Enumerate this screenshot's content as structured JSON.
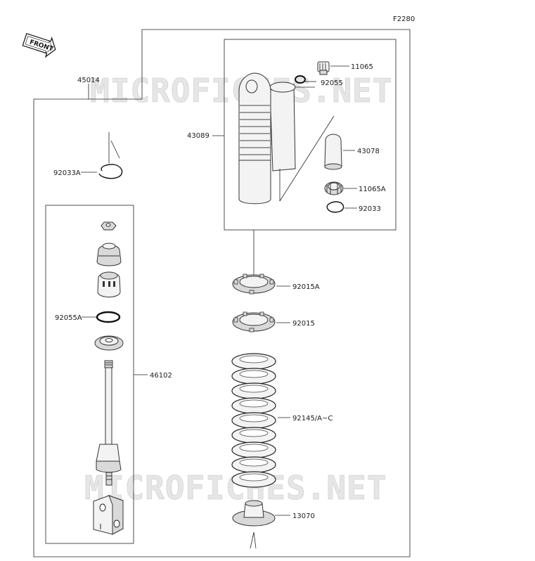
{
  "diagram_code": "F2280",
  "front_label": "FRONT",
  "watermark": "MICROFICHES.NET",
  "parts": {
    "assembly": "45014",
    "body": "43089",
    "valve": "11065",
    "oring_top": "92055",
    "bladder": "43078",
    "cap": "11065A",
    "circlip_right": "92033",
    "circlip_left": "92033A",
    "nut_a": "92015A",
    "nut": "92015",
    "spring": "92145/A~C",
    "seat": "13070",
    "oring_left": "92055A",
    "rod_assembly": "46102"
  }
}
